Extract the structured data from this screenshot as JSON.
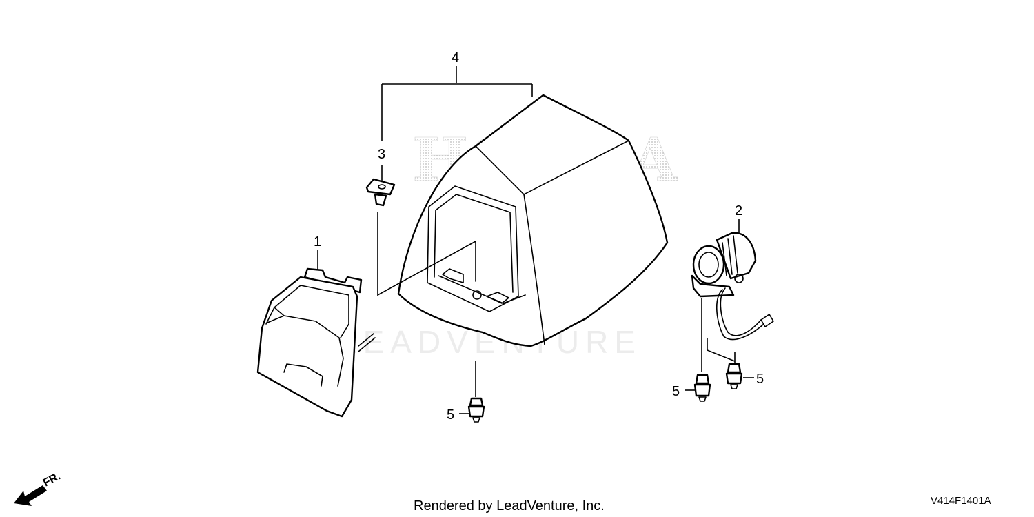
{
  "diagram": {
    "callouts": [
      {
        "id": "c1",
        "label": "1"
      },
      {
        "id": "c2",
        "label": "2"
      },
      {
        "id": "c3",
        "label": "3"
      },
      {
        "id": "c4",
        "label": "4"
      },
      {
        "id": "c5a",
        "label": "5"
      },
      {
        "id": "c5b",
        "label": "5"
      },
      {
        "id": "c5c",
        "label": "5"
      }
    ],
    "watermark_brand": "HONDA",
    "watermark_vendor": "LEADVENTURE",
    "direction_label": "FR.",
    "footer": "Rendered by LeadVenture, Inc.",
    "diagram_code": "V414F1401A"
  },
  "colors": {
    "line": "#000000",
    "watermark": "#c8c8c8",
    "background": "#ffffff"
  }
}
